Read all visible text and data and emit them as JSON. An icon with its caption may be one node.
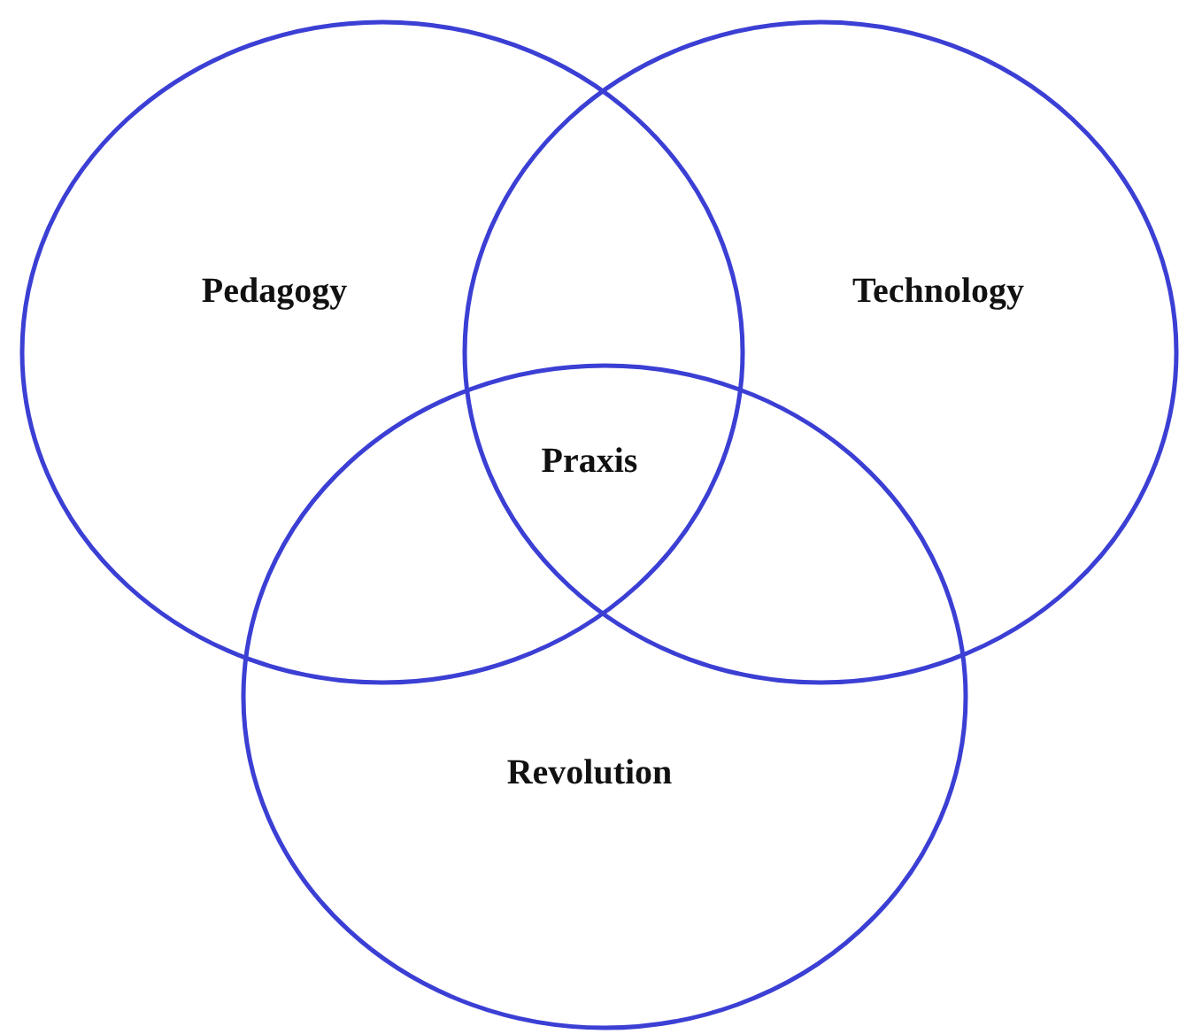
{
  "diagram": {
    "nodes": [
      {
        "text": [
          "Pedagogy"
        ]
      },
      {
        "text": [
          "Technology"
        ]
      },
      {
        "text": [
          "Revolution"
        ]
      }
    ],
    "labels": [
      "Praxis"
    ]
  }
}
